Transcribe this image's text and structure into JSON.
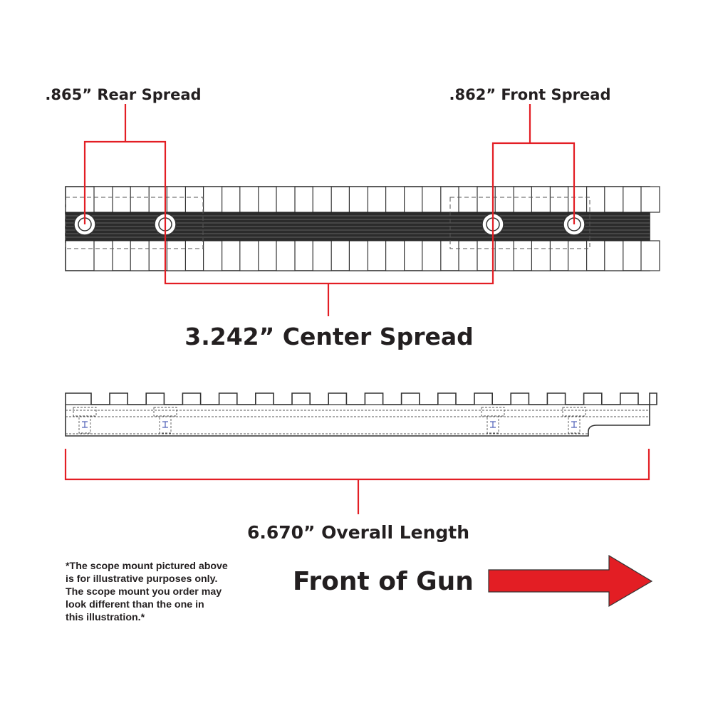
{
  "labels": {
    "rear_spread": ".865” Rear Spread",
    "front_spread": ".862” Front Spread",
    "center_spread": "3.242” Center Spread",
    "overall_length": "6.670” Overall Length",
    "front_of_gun": "Front of Gun"
  },
  "disclaimer": {
    "lines": [
      "*The scope mount pictured above",
      "is for illustrative purposes only.",
      "The scope mount you order may",
      "look different than the one in",
      "this illustration.*"
    ]
  },
  "colors": {
    "dimension_red": "#e31e24",
    "arrow_red": "#e31e24",
    "ink": "#231f20"
  },
  "icons": {
    "direction_arrow": "arrow-right-icon"
  }
}
